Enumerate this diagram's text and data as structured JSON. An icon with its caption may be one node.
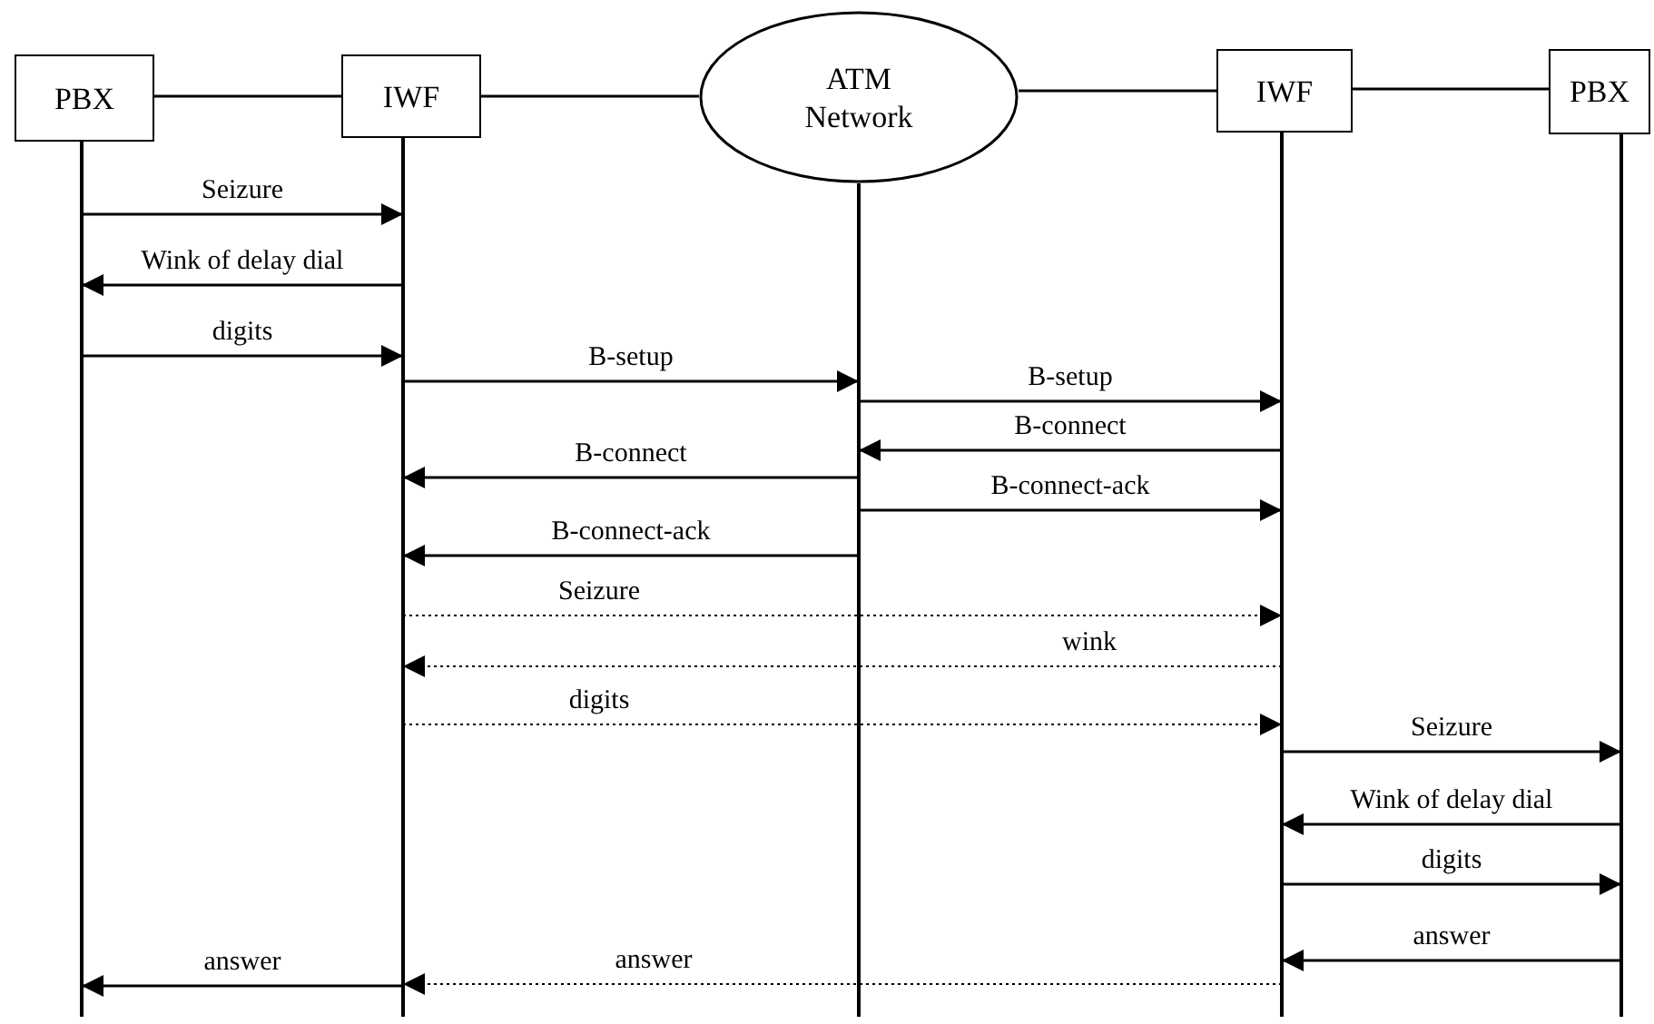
{
  "diagram": {
    "nodes": [
      {
        "text": [
          "PBX"
        ]
      },
      {
        "text": [
          "IWF"
        ]
      },
      {
        "text": [
          "ATM Network"
        ]
      },
      {
        "text": [
          "IWF"
        ]
      },
      {
        "text": [
          "PBX"
        ]
      }
    ],
    "edges": [
      {
        "from": 0,
        "to": 1,
        "arrow": "none"
      },
      {
        "from": 1,
        "to": 2,
        "arrow": "none"
      },
      {
        "from": 2,
        "to": 3,
        "arrow": "none"
      },
      {
        "from": 3,
        "to": 4,
        "arrow": "none"
      },
      {
        "from": 0,
        "to": 1,
        "arrow": "to",
        "label": "Seizure"
      },
      {
        "from": 1,
        "to": 0,
        "arrow": "to",
        "label": "Wink of delay dial"
      },
      {
        "from": 0,
        "to": 1,
        "arrow": "to",
        "label": "digits"
      },
      {
        "from": 1,
        "to": 2,
        "arrow": "to",
        "label": "B-setup"
      },
      {
        "from": 2,
        "to": 3,
        "arrow": "to",
        "label": "B-setup"
      },
      {
        "from": 3,
        "to": 2,
        "arrow": "to",
        "label": "B-connect"
      },
      {
        "from": 2,
        "to": 1,
        "arrow": "to",
        "label": "B-connect"
      },
      {
        "from": 2,
        "to": 3,
        "arrow": "to",
        "label": "B-connect-ack"
      },
      {
        "from": 2,
        "to": 1,
        "arrow": "to",
        "label": "B-connect-ack"
      },
      {
        "from": 1,
        "to": 3,
        "arrow": "to",
        "label": "Seizure",
        "style": "dashed"
      },
      {
        "from": 3,
        "to": 1,
        "arrow": "to",
        "label": "wink",
        "style": "dashed"
      },
      {
        "from": 1,
        "to": 3,
        "arrow": "to",
        "label": "digits",
        "style": "dashed"
      },
      {
        "from": 3,
        "to": 4,
        "arrow": "to",
        "label": "Seizure"
      },
      {
        "from": 4,
        "to": 3,
        "arrow": "to",
        "label": "Wink of delay dial"
      },
      {
        "from": 3,
        "to": 4,
        "arrow": "to",
        "label": "digits"
      },
      {
        "from": 4,
        "to": 3,
        "arrow": "to",
        "label": "answer"
      },
      {
        "from": 3,
        "to": 1,
        "arrow": "to",
        "label": "answer",
        "style": "dashed"
      },
      {
        "from": 1,
        "to": 0,
        "arrow": "to",
        "label": "answer"
      }
    ]
  }
}
